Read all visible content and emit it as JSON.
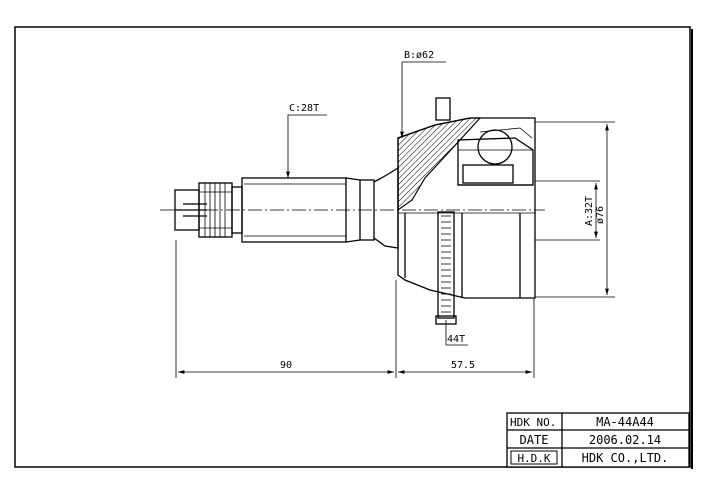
{
  "labels": {
    "spline_outer": "C:28T",
    "outer_diameter_b": "B:ø62",
    "spline_inner": "A:32T",
    "diameter": "ø76",
    "abs_ring": "44T",
    "dim_shaft": "90",
    "dim_bell": "57.5"
  },
  "title_block": {
    "part_no_label": "HDK NO.",
    "part_no_value": "MA-44A44",
    "date_label": "DATE",
    "date_value": "2006.02.14",
    "brand_logo": "H.D.K",
    "company": "HDK CO.,LTD."
  }
}
